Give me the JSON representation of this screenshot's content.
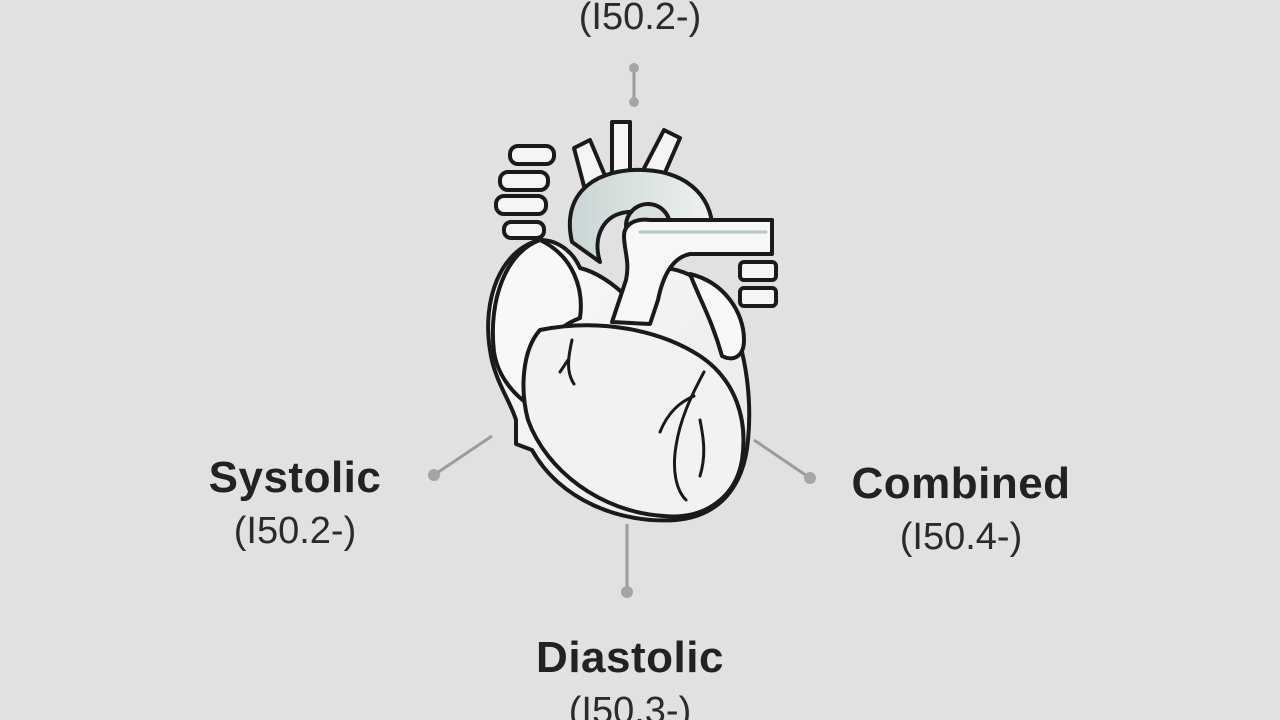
{
  "labels": {
    "top": {
      "name": "",
      "code": "(I50.2-)"
    },
    "systolic": {
      "name": "Systolic",
      "code": "(I50.2-)"
    },
    "combined": {
      "name": "Combined",
      "code": "(I50.4-)"
    },
    "diastolic": {
      "name": "Diastolic",
      "code": "(I50.3-)"
    }
  },
  "colors": {
    "background": "#dfe1e2",
    "outline": "#1a1a1a",
    "heart_fill": "#f2f3f3",
    "aorta_tint": "#c9d6d6",
    "connector": "#9a9c9d"
  },
  "icons": {
    "central": "heart-icon"
  }
}
